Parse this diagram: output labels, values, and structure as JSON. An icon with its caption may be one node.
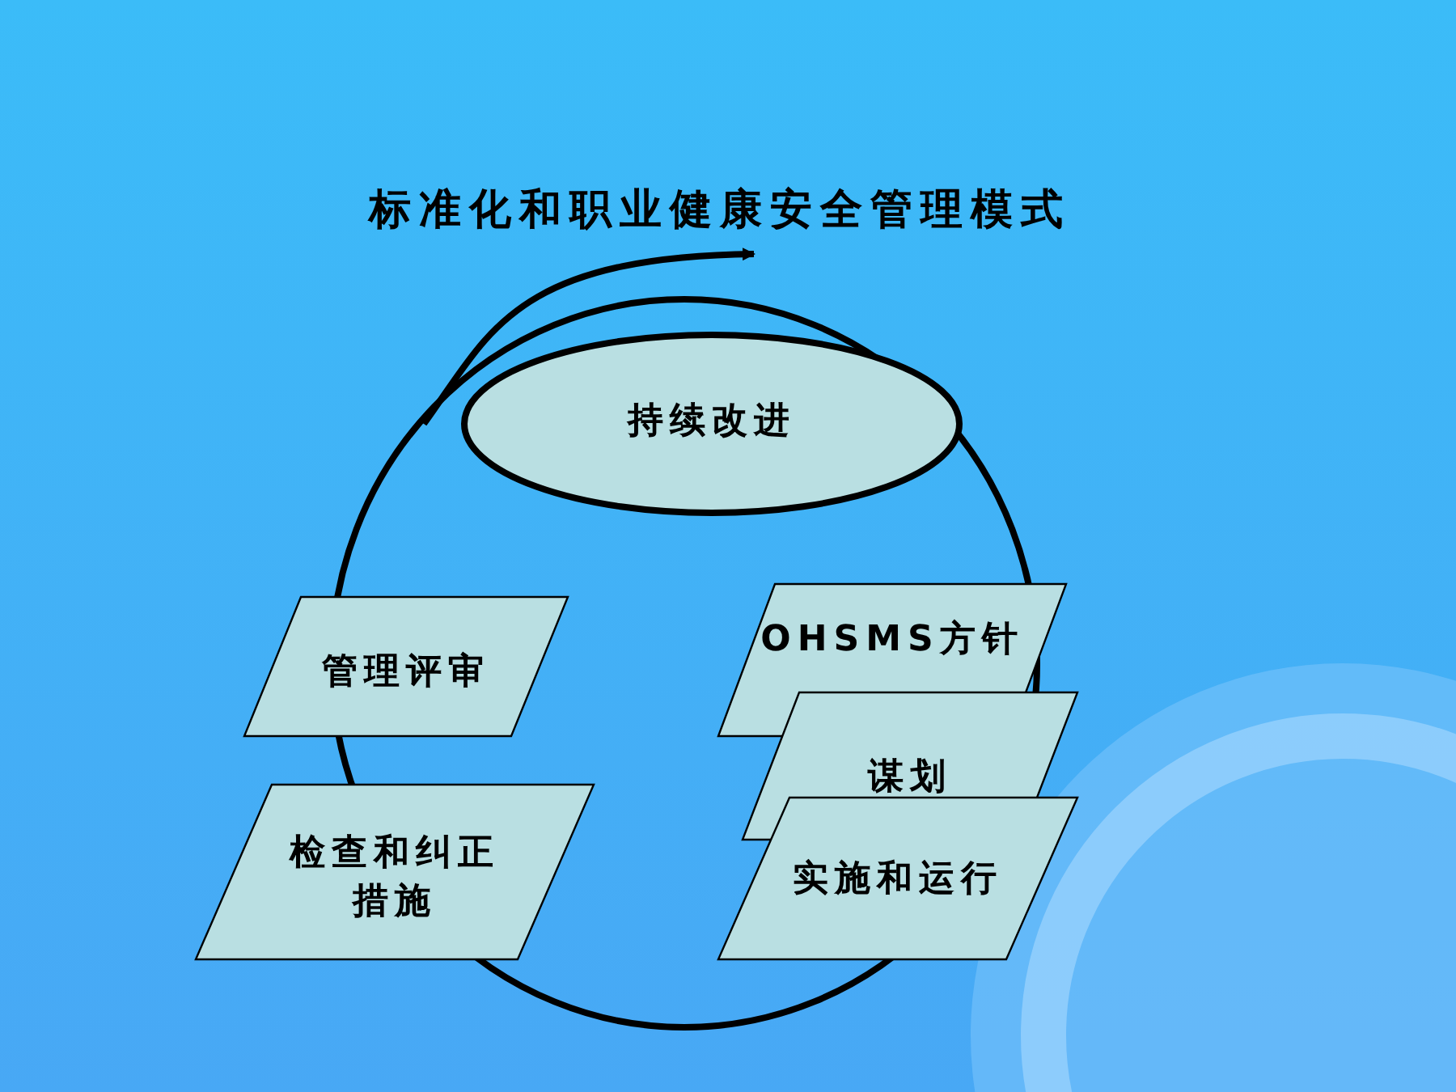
{
  "diagram": {
    "title": "标准化和职业健康安全管理模式",
    "nodes": [
      {
        "text": [
          "持续改进"
        ]
      },
      {
        "text": [
          "管理评审"
        ]
      },
      {
        "text": [
          "OHSMS方针"
        ]
      },
      {
        "text": [
          "谋划"
        ]
      },
      {
        "text": [
          "检查和纠正措施"
        ]
      },
      {
        "text": [
          "实施和运行"
        ]
      }
    ]
  }
}
